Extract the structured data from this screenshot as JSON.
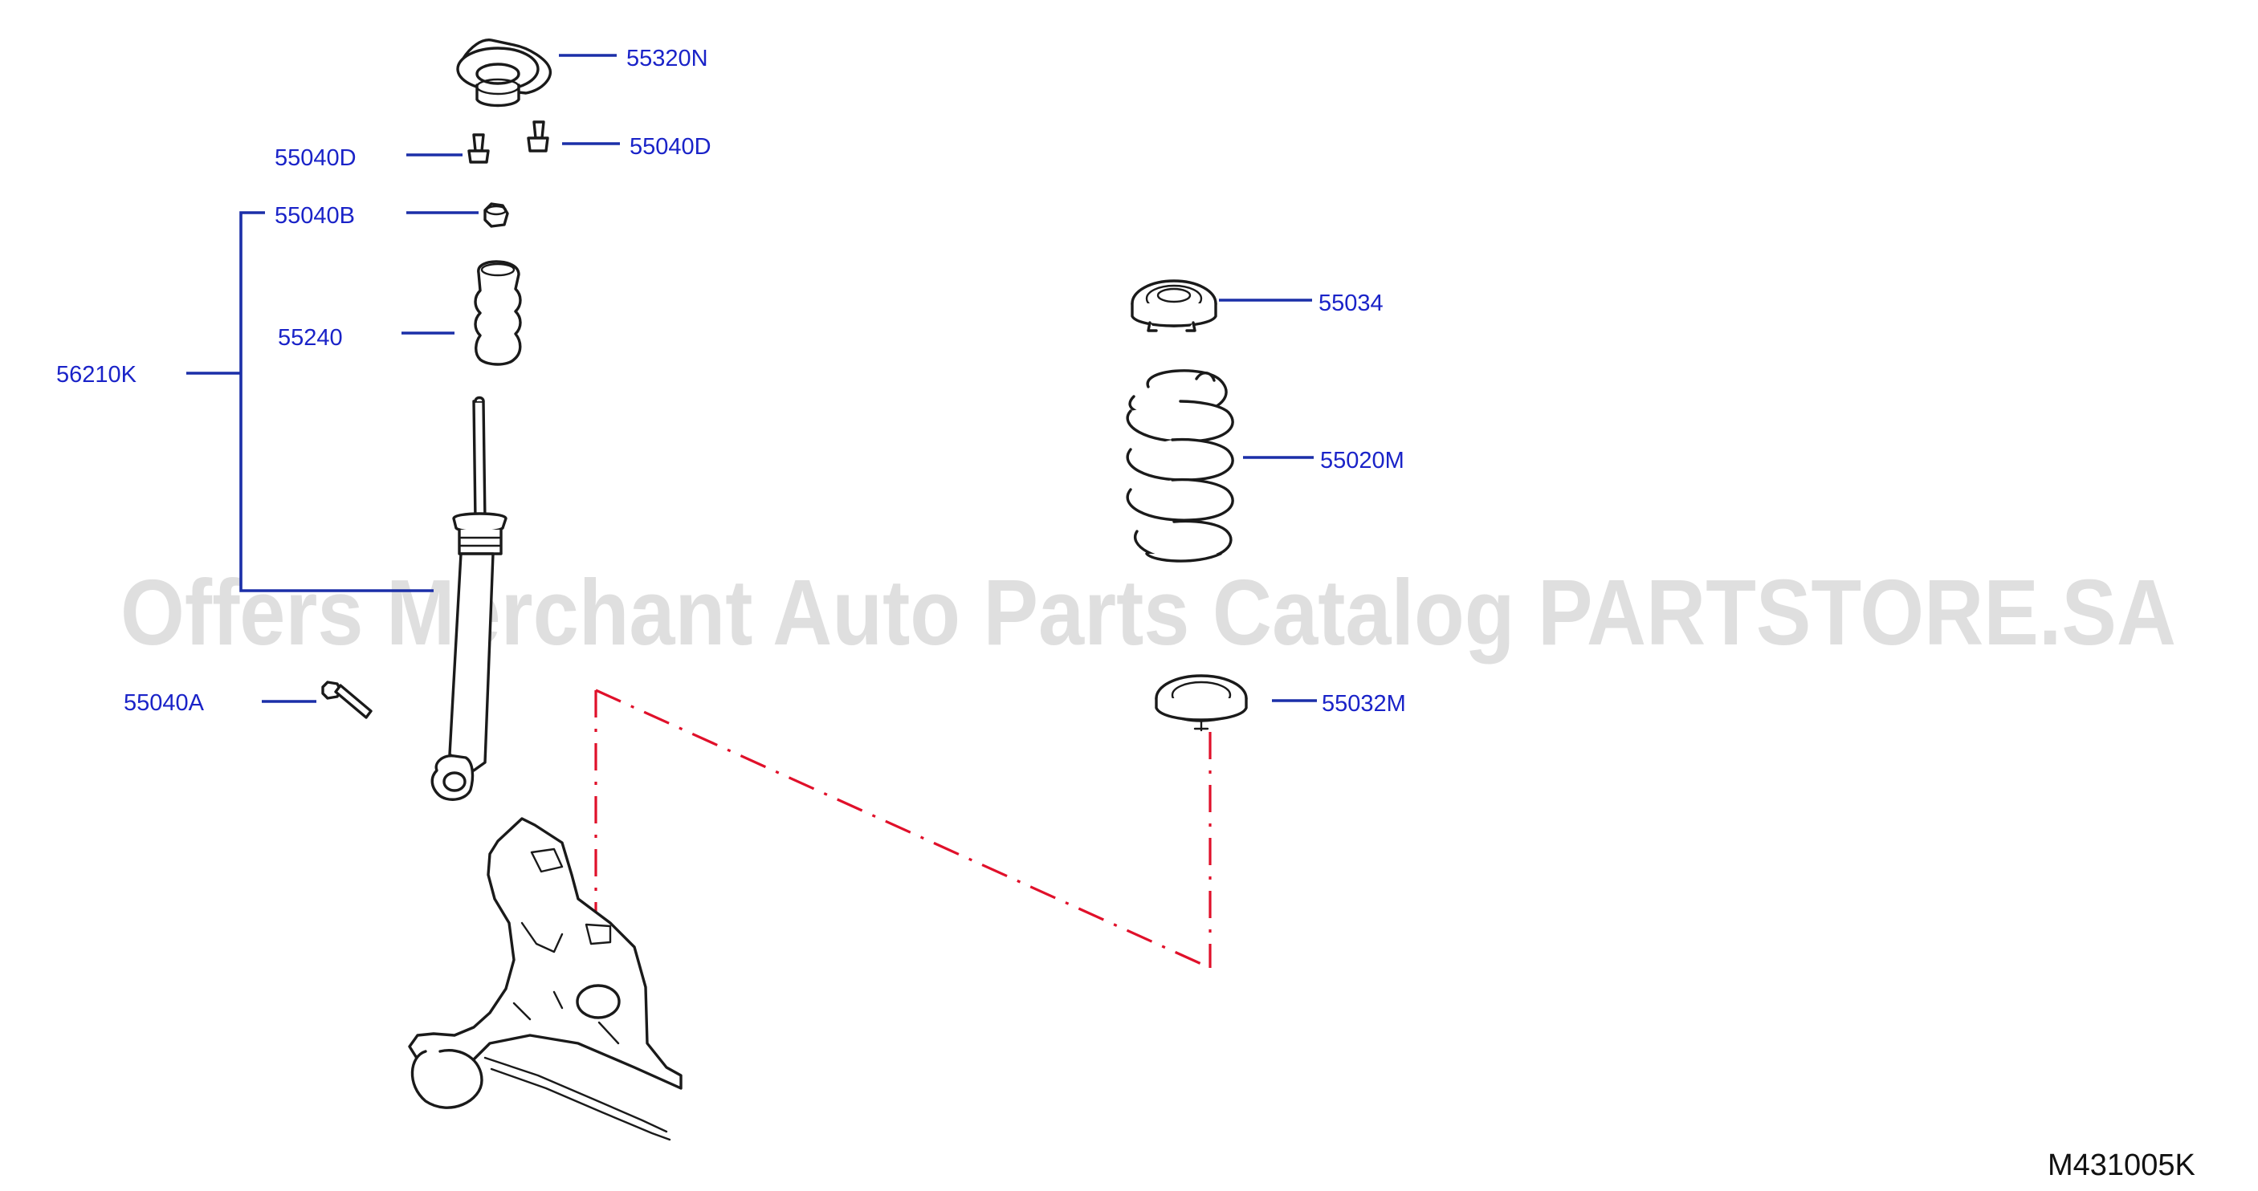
{
  "callouts": [
    {
      "id": "55320N",
      "label": "55320N"
    },
    {
      "id": "55040D-left",
      "label": "55040D"
    },
    {
      "id": "55040D-right",
      "label": "55040D"
    },
    {
      "id": "55040B",
      "label": "55040B"
    },
    {
      "id": "55240",
      "label": "55240"
    },
    {
      "id": "56210K",
      "label": "56210K"
    },
    {
      "id": "55040A",
      "label": "55040A"
    },
    {
      "id": "55034",
      "label": "55034"
    },
    {
      "id": "55020M",
      "label": "55020M"
    },
    {
      "id": "55032M",
      "label": "55032M"
    }
  ],
  "watermark": "Offers Merchant Auto Parts Catalog PARTSTORE.SA",
  "diagram_code": "M431005K",
  "colors": {
    "label_blue": "#1a23c8",
    "leader_blue": "#1b2fa8",
    "dash_red": "#e0102a",
    "watermark_gray": "#d9d9d9"
  }
}
